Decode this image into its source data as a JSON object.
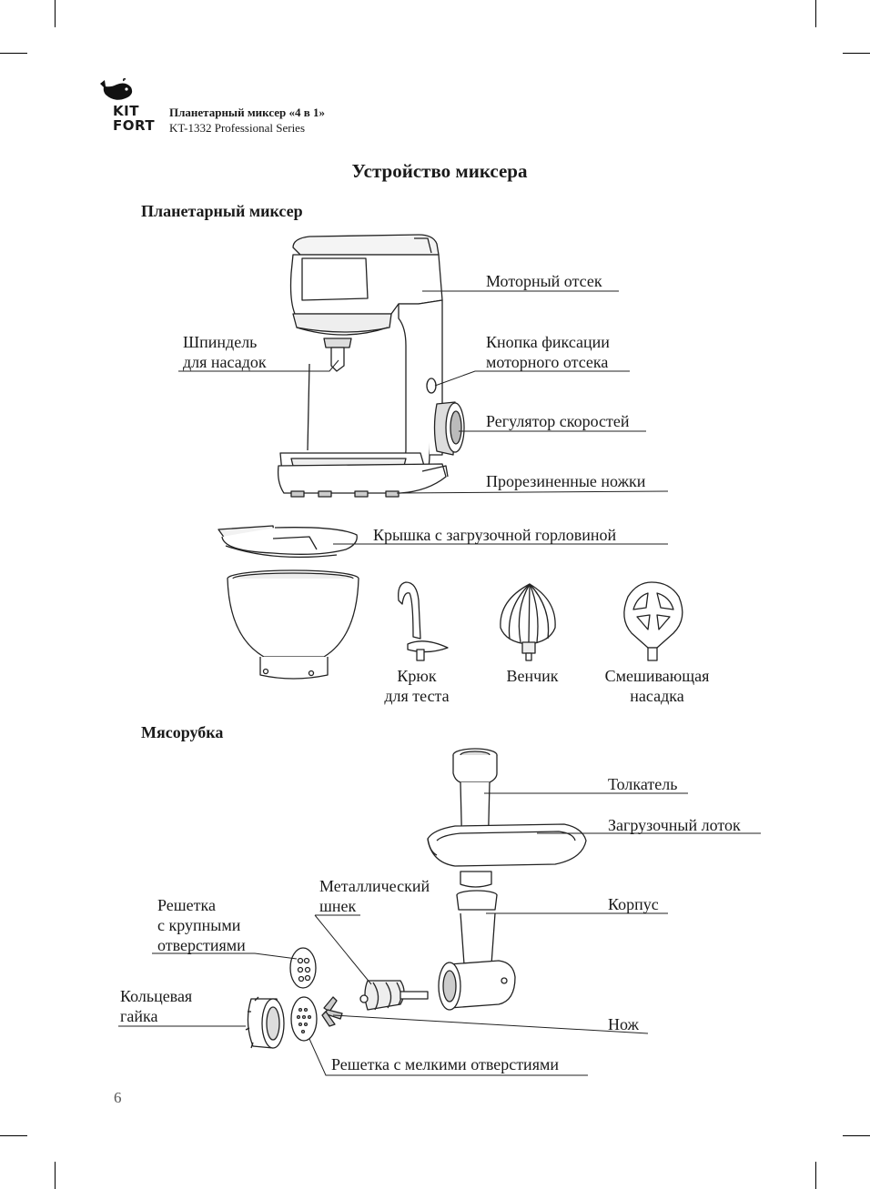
{
  "logo": {
    "line1": "KIT",
    "line2": "FORT"
  },
  "header": {
    "title": "Планетарный миксер «4 в 1»",
    "subtitle": "KT-1332 Professional Series"
  },
  "page_title": "Устройство миксера",
  "mixer_section": {
    "heading": "Планетарный миксер",
    "labels": {
      "motor": "Моторный отсек",
      "spindle_1": "Шпиндель",
      "spindle_2": "для насадок",
      "lock_1": "Кнопка фиксации",
      "lock_2": "моторного отсека",
      "speed": "Регулятор скоростей",
      "feet": "Прорезиненные ножки",
      "lid": "Крышка с загрузочной горловиной",
      "hook_1": "Крюк",
      "hook_2": "для теста",
      "whisk": "Венчик",
      "beater_1": "Смешивающая",
      "beater_2": "насадка"
    }
  },
  "grinder_section": {
    "heading": "Мясорубка",
    "labels": {
      "pusher": "Толкатель",
      "tray": "Загрузочный лоток",
      "auger_1": "Металлический",
      "auger_2": "шнек",
      "coarse_1": "Решетка",
      "coarse_2": "с крупными",
      "coarse_3": "отверстиями",
      "body": "Корпус",
      "nut_1": "Кольцевая",
      "nut_2": "гайка",
      "knife": "Нож",
      "fine": "Решетка с мелкими отверстиями"
    }
  },
  "page_number": "6"
}
